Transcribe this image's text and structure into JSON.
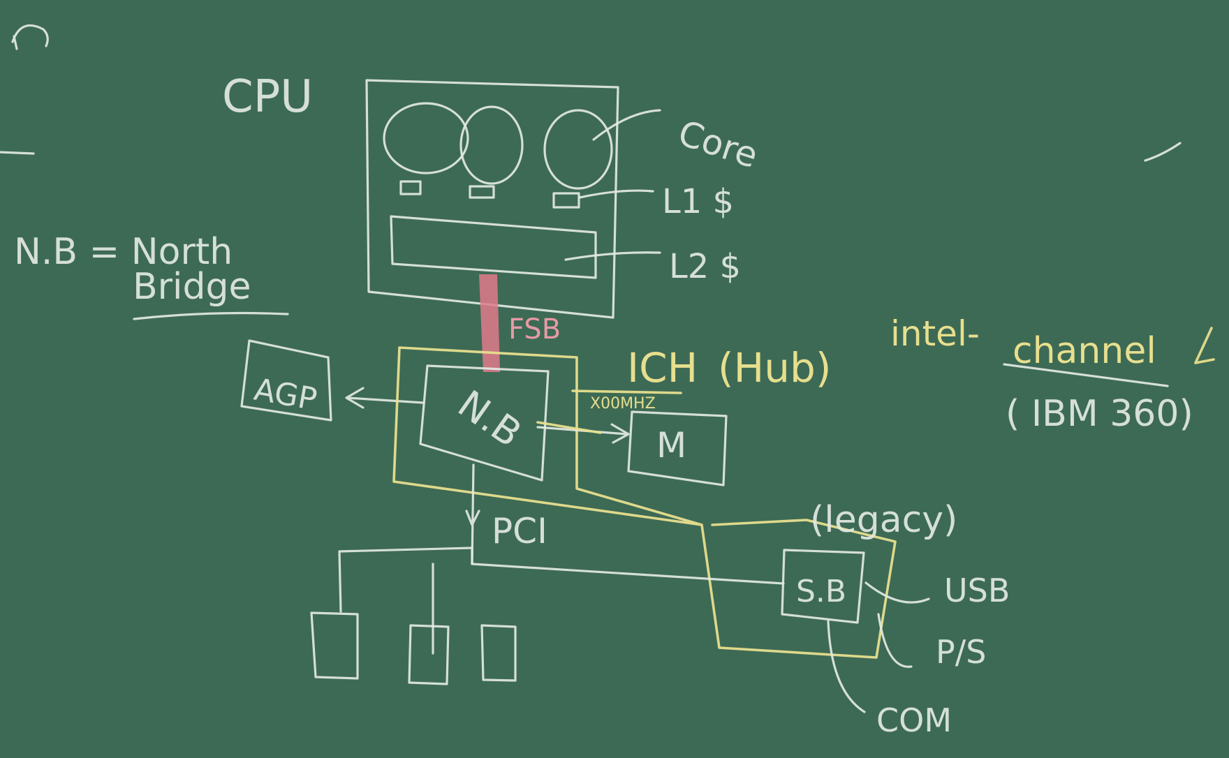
{
  "image": {
    "kind": "chalkboard photo",
    "colors": {
      "board": "#3d6a55",
      "chalk_white": "#e2e9e4",
      "chalk_yellow": "#e7df8e",
      "chalk_pink": "#e07a8c"
    }
  },
  "labels": {
    "cpu": "CPU",
    "core": "Core",
    "l1_cache": "L1 $",
    "l2_cache": "L2 $",
    "nb_definition": "N.B = North",
    "nb_definition_line2": "Bridge",
    "agp": "AGP",
    "fsb": "FSB",
    "north_bridge": "N.B",
    "ich": "ICH",
    "hub": "(Hub)",
    "speed": "X00MHZ",
    "memory": "M",
    "pci": "PCI",
    "legacy": "(legacy)",
    "south_bridge": "S.B",
    "usb": "USB",
    "ps": "P/S",
    "com": "COM",
    "intel": "intel-",
    "channel": "channel",
    "ibm": "( IBM 360)"
  }
}
